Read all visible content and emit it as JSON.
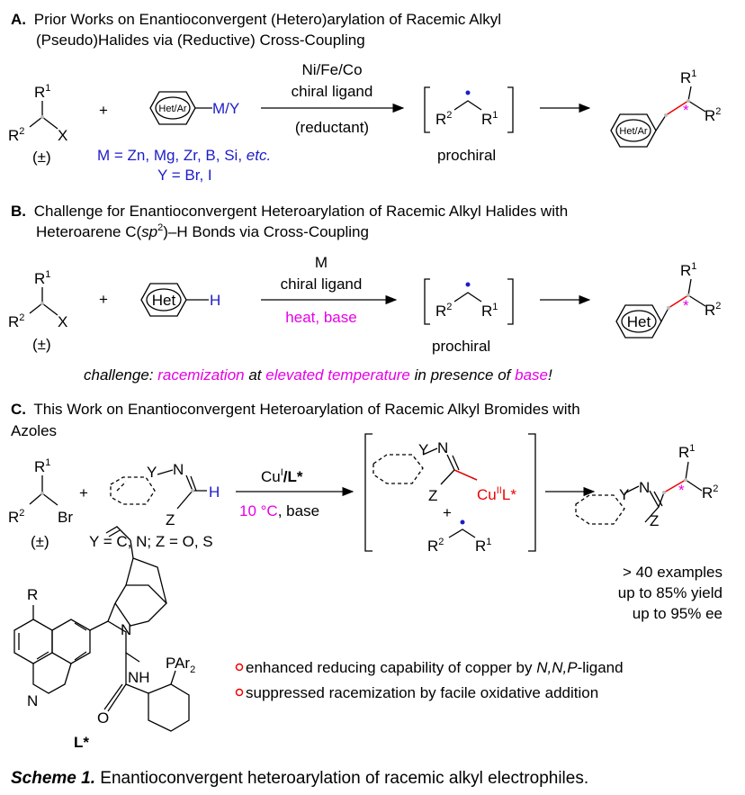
{
  "sectionA": {
    "letter": "A.",
    "title_line1": "Prior Works on Enantioconvergent (Hetero)arylation of Racemic Alkyl",
    "title_line2": "(Pseudo)Halides via (Reductive) Cross-Coupling",
    "r1": "R",
    "r1_sup": "1",
    "r2": "R",
    "r2_sup": "2",
    "x": "X",
    "racemic": "(±)",
    "plus": "+",
    "ring_label": "Het/Ar",
    "my": "M/Y",
    "m_def": "M = Zn, Mg, Zr, B, Si, ",
    "m_etc": "etc.",
    "y_def": "Y = Br, I",
    "cond1": "Ni/Fe/Co",
    "cond2": "chiral ligand",
    "cond3": "(reductant)",
    "int_r2": "R",
    "int_r2_sup": "2",
    "int_r1": "R",
    "int_r1_sup": "1",
    "prochiral": "prochiral",
    "prod_ring": "Het/Ar",
    "prod_r1": "R",
    "prod_r1_sup": "1",
    "prod_r2": "R",
    "prod_r2_sup": "2",
    "star": "*"
  },
  "sectionB": {
    "letter": "B.",
    "title_line1": "Challenge for Enantioconvergent Heteroarylation of Racemic Alkyl Halides with",
    "title_line2a": "Heteroarene C(",
    "title_sp": "sp",
    "title_sup": "2",
    "title_line2b": ")–H Bonds via Cross-Coupling",
    "r1": "R",
    "r1_sup": "1",
    "r2": "R",
    "r2_sup": "2",
    "x": "X",
    "racemic": "(±)",
    "plus": "+",
    "het": "Het",
    "h": "H",
    "cond1": "M",
    "cond2": "chiral ligand",
    "cond3": "heat, base",
    "int_r2": "R",
    "int_r2_sup": "2",
    "int_r1": "R",
    "int_r1_sup": "1",
    "prochiral": "prochiral",
    "prod_het": "Het",
    "prod_r1": "R",
    "prod_r1_sup": "1",
    "prod_r2": "R",
    "prod_r2_sup": "2",
    "star": "*",
    "challenge_a": "challenge: ",
    "challenge_b": "racemization",
    "challenge_c": " at ",
    "challenge_d": "elevated temperature",
    "challenge_e": " in presence of ",
    "challenge_f": "base",
    "challenge_g": "!"
  },
  "sectionC": {
    "letter": "C.",
    "title_line1": "This Work on Enantioconvergent Heteroarylation of Racemic Alkyl Bromides with",
    "title_line2": "Azoles",
    "r1": "R",
    "r1_sup": "1",
    "r2": "R",
    "r2_sup": "2",
    "br": "Br",
    "racemic": "(±)",
    "plus": "+",
    "az_y": "Y",
    "az_n": "N",
    "az_z": "Z",
    "az_h": "H",
    "yz_def": "Y = C, N; Z = O, S",
    "cond_cu": "Cu",
    "cond_cu_sup": "I",
    "cond_l": "/L*",
    "cond_temp": "10 °C",
    "cond_base": ", base",
    "int_y": "Y",
    "int_n": "N",
    "int_z": "Z",
    "int_cu": "Cu",
    "int_cu_sup": "II",
    "int_l": "L*",
    "int_plus": "+",
    "int_r2": "R",
    "int_r2_sup": "2",
    "int_r1": "R",
    "int_r1_sup": "1",
    "prod_y": "Y",
    "prod_n": "N",
    "prod_z": "Z",
    "prod_r1": "R",
    "prod_r1_sup": "1",
    "prod_r2": "R",
    "prod_r2_sup": "2",
    "star": "*",
    "stat1": "> 40 examples",
    "stat2": "up to 85% yield",
    "stat3": "up to 95% ee"
  },
  "ligand": {
    "r": "R",
    "n_ring": "N",
    "n_quin": "N",
    "nh": "NH",
    "o": "O",
    "par": "PAr",
    "par_sub": "2",
    "label": "L*"
  },
  "bullets": {
    "b1_a": "enhanced reducing capability of copper by ",
    "b1_b": "N,N,P",
    "b1_c": "-ligand",
    "b2": "suppressed racemization by facile oxidative addition"
  },
  "caption": {
    "bold": "Scheme 1.",
    "text": " Enantioconvergent heteroarylation of racemic alkyl electrophiles."
  },
  "colors": {
    "blue": "#1d1dc8",
    "magenta": "#e600e6",
    "red": "#ee0000",
    "radical": "#1d1dc8"
  }
}
